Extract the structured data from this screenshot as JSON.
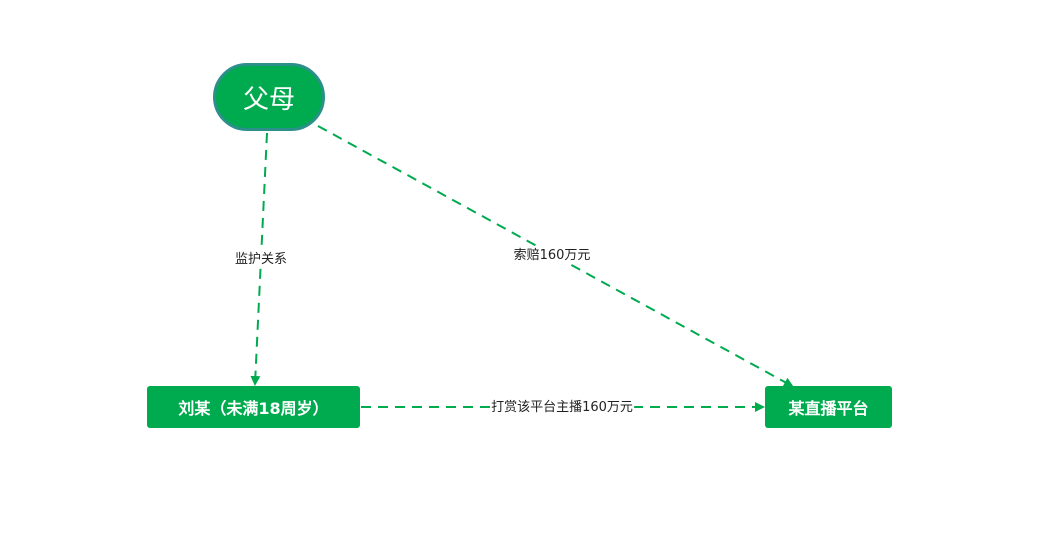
{
  "nodes": {
    "parents": "父母",
    "minor": "刘某（未满18周岁）",
    "platform": "某直播平台"
  },
  "edges": {
    "guardianship": "监护关系",
    "compensation_claim": "索赔160万元",
    "tipping": "打赏该平台主播160万元"
  },
  "colors": {
    "node_fill": "#00aa4f",
    "oval_border": "#2b8f8a",
    "edge_stroke": "#00aa4f",
    "node_text": "#ffffff"
  }
}
